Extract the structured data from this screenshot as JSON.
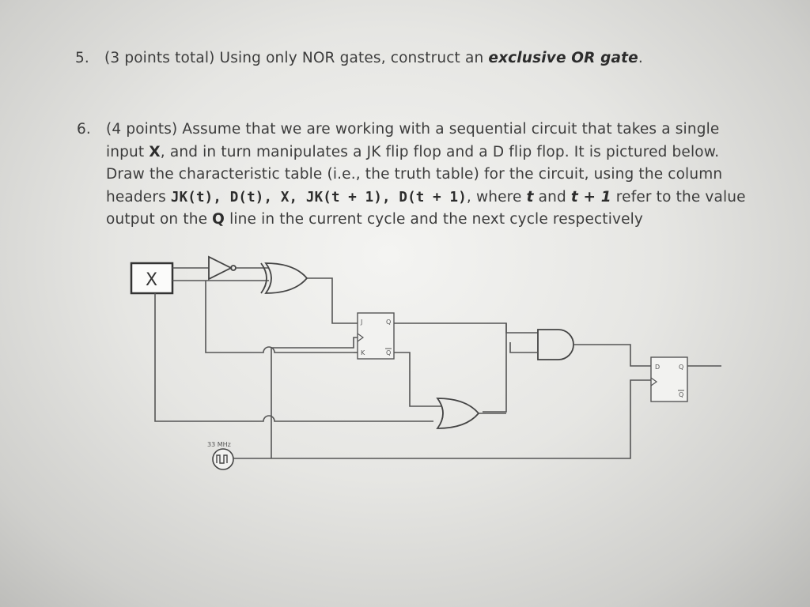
{
  "question5": {
    "number": "5.",
    "text_before": "(3 points total) Using only NOR gates, construct an ",
    "emphasis": "exclusive OR gate",
    "text_after": "."
  },
  "question6": {
    "number": "6.",
    "line1": "(4 points) Assume that we are working with a sequential circuit that takes a single",
    "line2_a": "input ",
    "line2_x": "X",
    "line2_b": ", and in turn manipulates a JK flip flop and a D flip flop. It is pictured below.",
    "line3": "Draw the characteristic table (i.e., the truth table) for the circuit, using the column",
    "line4_a": "headers ",
    "line4_headers": "JK(t), D(t), X, JK(t + 1), D(t + 1)",
    "line4_b": ", where ",
    "line4_t": "t",
    "line4_c": " and ",
    "line4_t1": "t + 1",
    "line4_d": " refer to the value",
    "line5_a": "output on the ",
    "line5_q": "Q",
    "line5_b": " line in the current cycle and the next cycle respectively"
  },
  "circuit": {
    "input_label": "X",
    "clock_label": "33 MHz",
    "jk_pins": {
      "j": "J",
      "q": "Q",
      "k": "K",
      "qbar": "Q"
    },
    "d_pins": {
      "d": "D",
      "q": "Q",
      "qbar": "Q"
    }
  }
}
